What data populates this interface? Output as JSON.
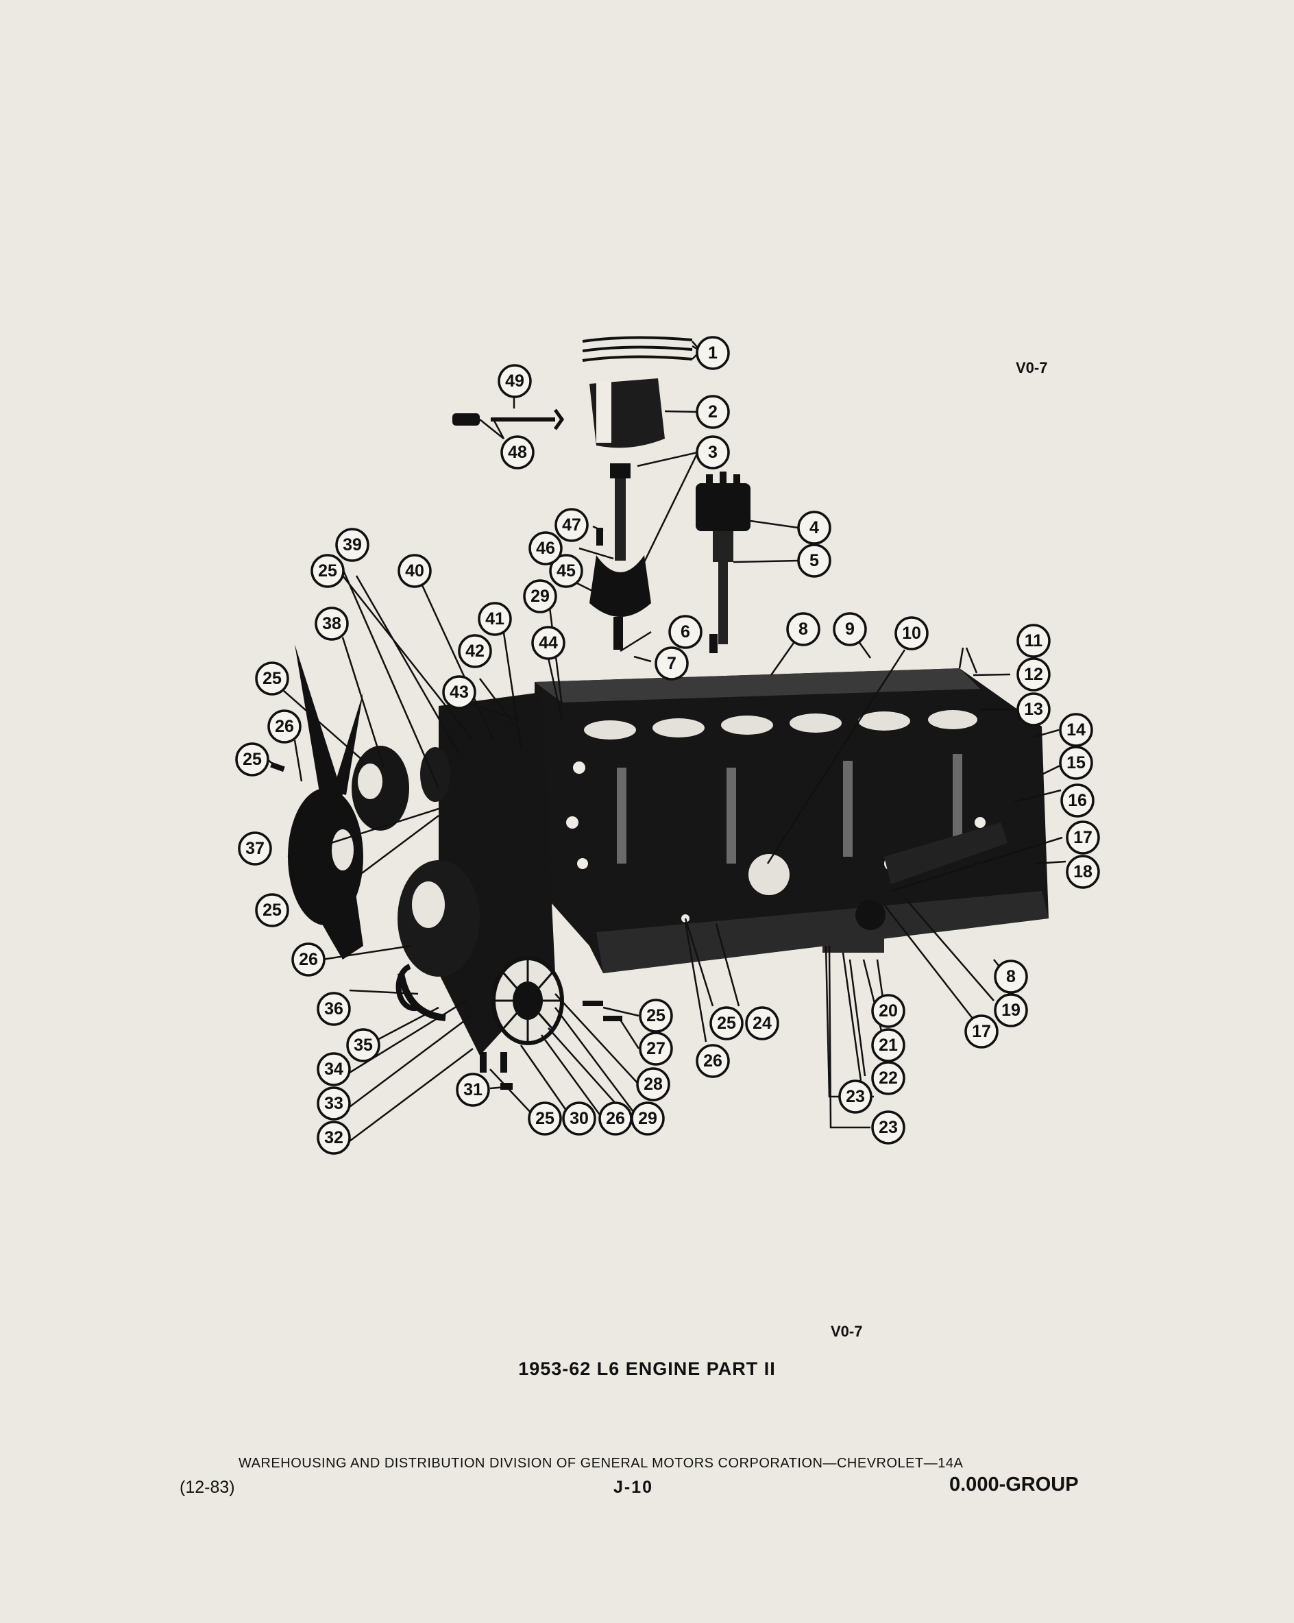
{
  "header": {
    "figure_code": "V0-7"
  },
  "diagram": {
    "callouts": [
      "1",
      "2",
      "3",
      "4",
      "5",
      "6",
      "7",
      "8",
      "9",
      "10",
      "11",
      "12",
      "13",
      "14",
      "15",
      "16",
      "17",
      "18",
      "8",
      "19",
      "17",
      "20",
      "21",
      "22",
      "23",
      "23",
      "24",
      "25",
      "26",
      "25",
      "27",
      "28",
      "29",
      "26",
      "30",
      "25",
      "31",
      "32",
      "33",
      "34",
      "35",
      "36",
      "26",
      "25",
      "37",
      "25",
      "26",
      "25",
      "38",
      "25",
      "39",
      "40",
      "41",
      "42",
      "43",
      "44",
      "29",
      "45",
      "46",
      "47",
      "48",
      "49"
    ]
  },
  "footer": {
    "figure_code": "V0-7",
    "caption": "1953-62 L6 ENGINE PART II",
    "publisher": "WAREHOUSING AND DISTRIBUTION DIVISION OF GENERAL MOTORS CORPORATION—CHEVROLET—14A",
    "date_code": "(12-83)",
    "page_number": "J-10",
    "group": "0.000-GROUP"
  }
}
